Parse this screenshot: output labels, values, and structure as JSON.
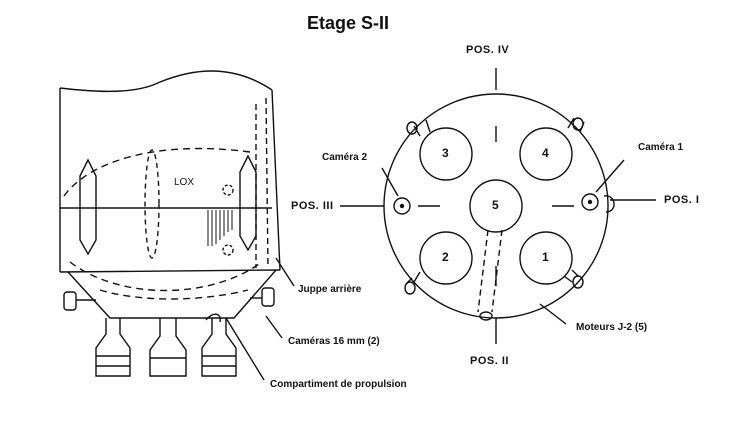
{
  "title": "Etage S-II",
  "side_view": {
    "tank_label": "LOX",
    "callouts": {
      "skirt": "Juppe arrière",
      "cameras16": "Caméras 16 mm (2)",
      "propulsion": "Compartiment de propulsion"
    }
  },
  "bottom_view": {
    "positions": {
      "pos1": "POS. I",
      "pos2": "POS. II",
      "pos3": "POS. III",
      "pos4": "POS. IV"
    },
    "engines": [
      "1",
      "2",
      "3",
      "4",
      "5"
    ],
    "camera1": "Caméra 1",
    "camera2": "Caméra 2",
    "engines_label": "Moteurs J-2 (5)"
  }
}
